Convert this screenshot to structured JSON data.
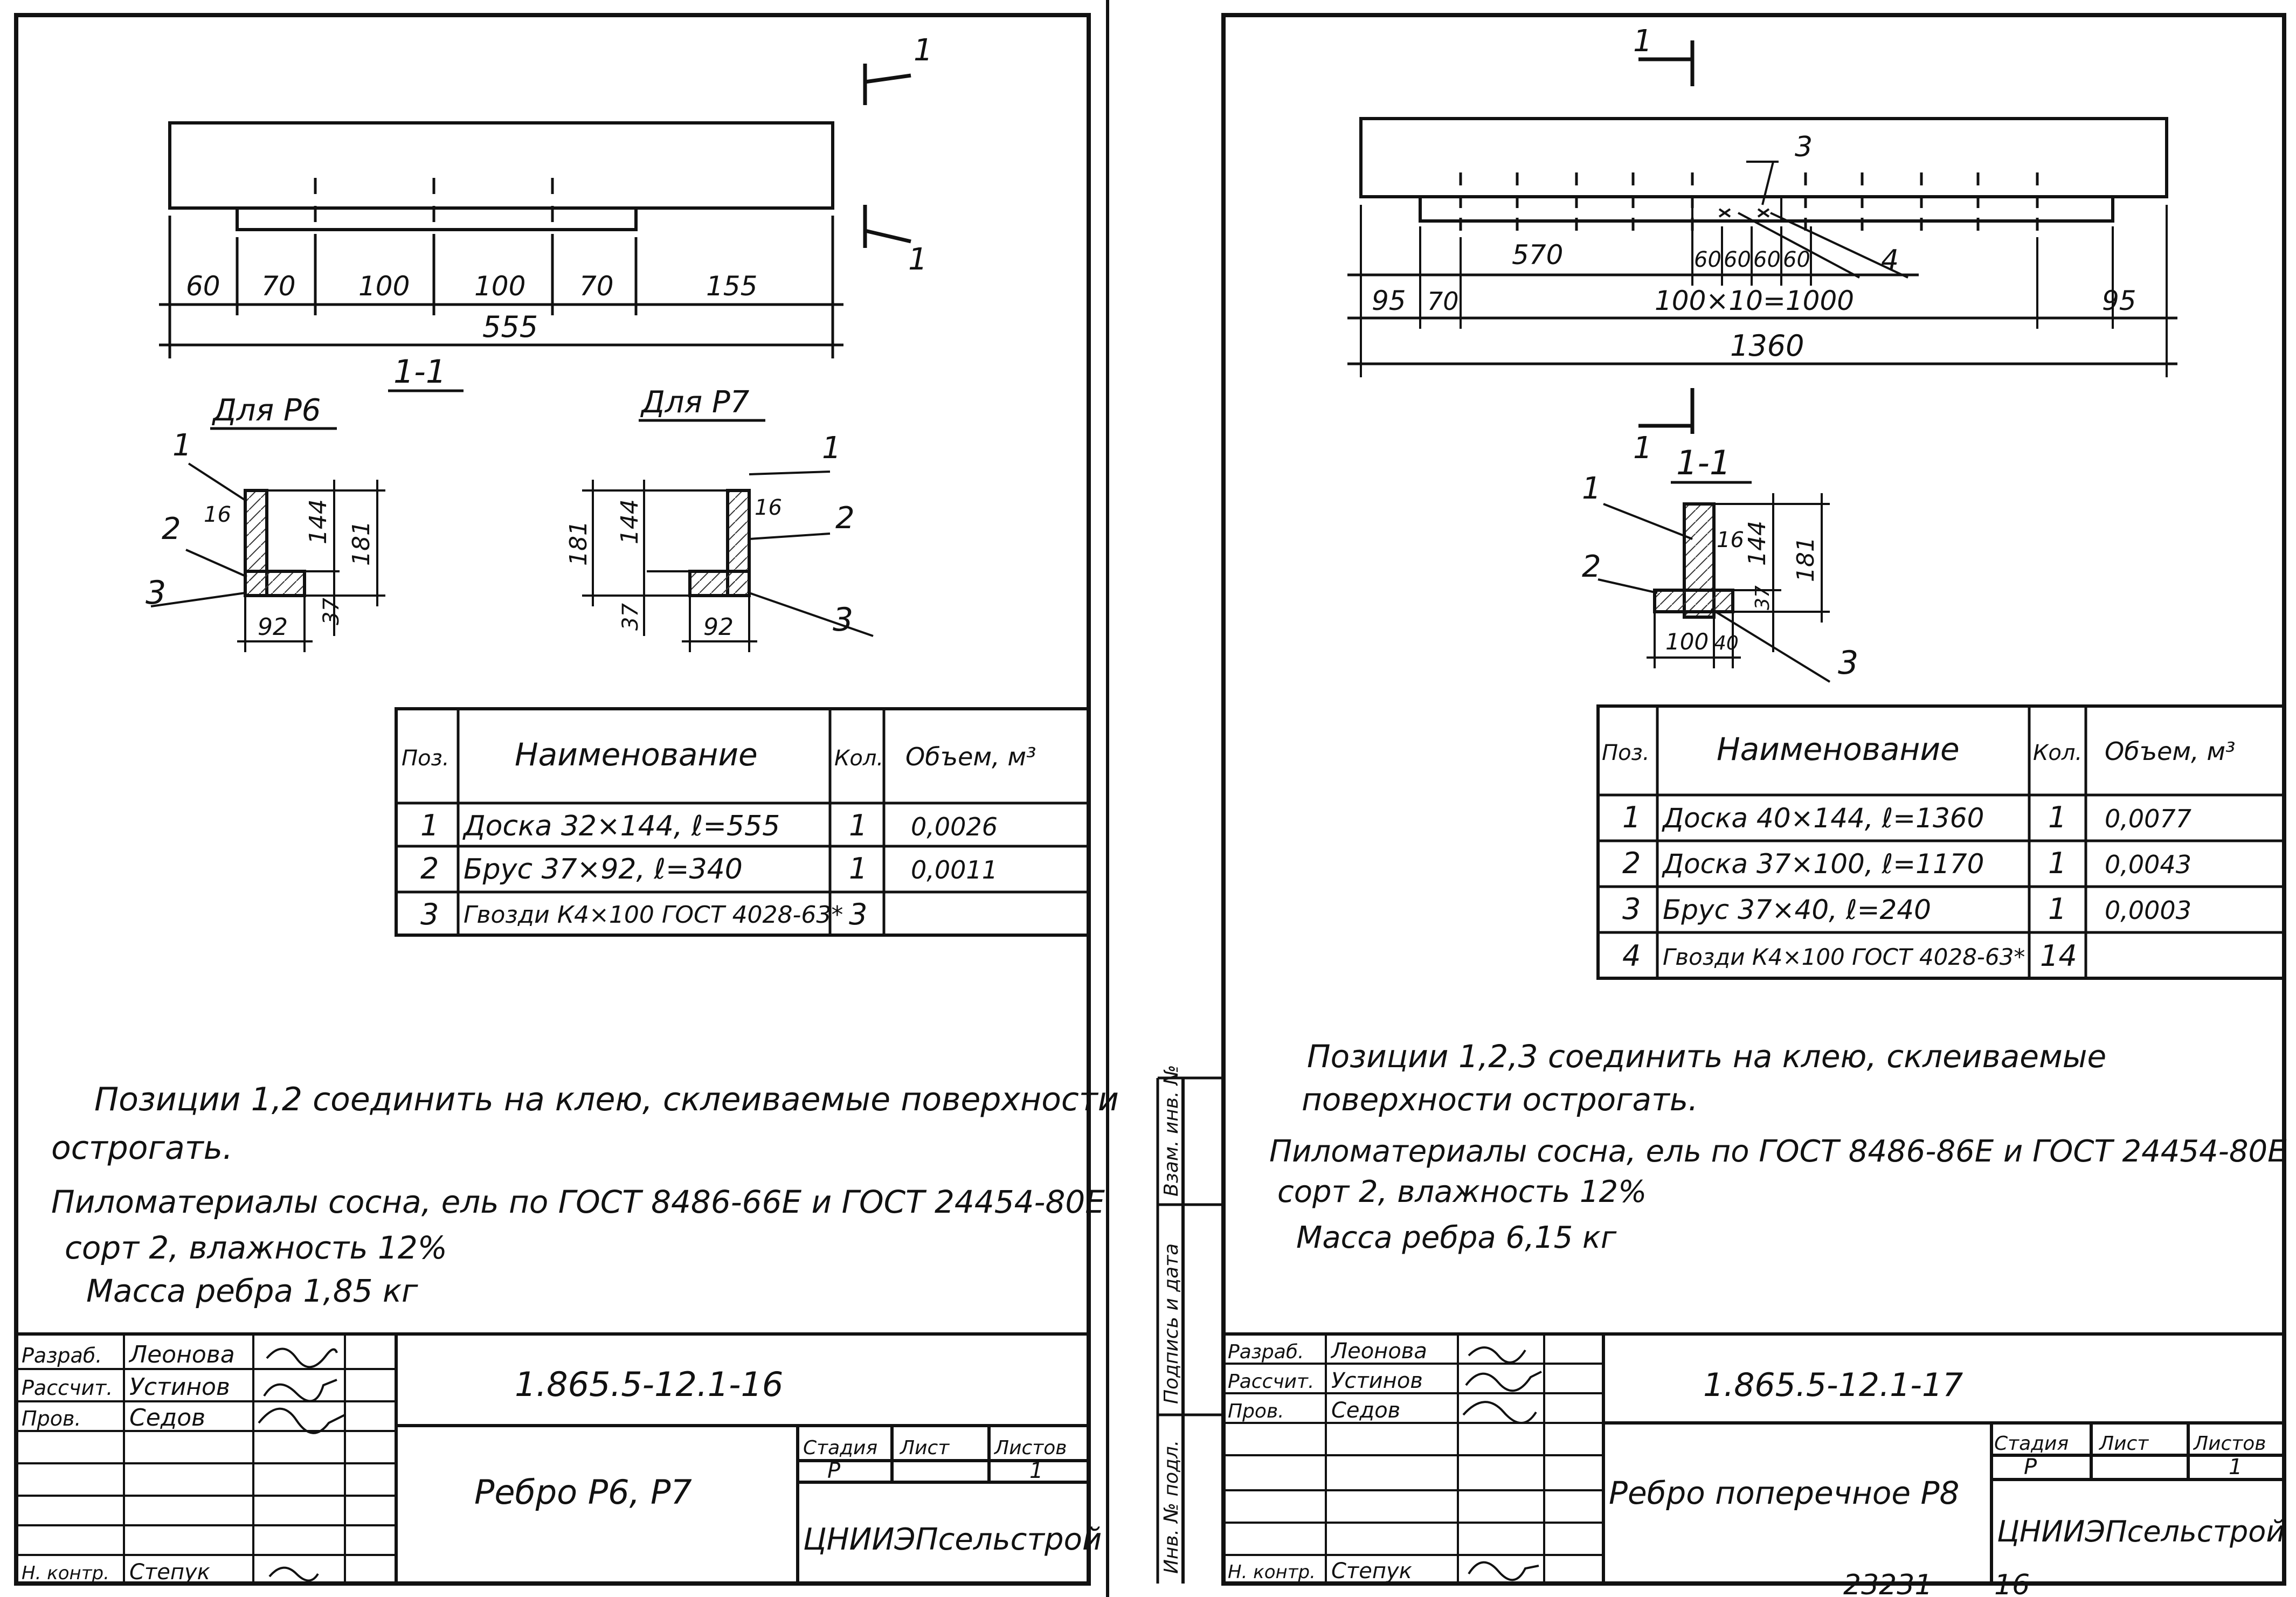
{
  "colors": {
    "ink": "#111111",
    "paper": "#ffffff"
  },
  "left": {
    "section_marks": [
      "1",
      "1"
    ],
    "dims_top": [
      "60",
      "70",
      "100",
      "100",
      "70",
      "155"
    ],
    "dim_total": "555",
    "section_title": "1-1",
    "variant_p6": "Для Р6",
    "variant_p7": "Для Р7",
    "p6": {
      "l1": "1",
      "l2": "2",
      "l3": "3",
      "d16": "16",
      "d144": "144",
      "d181": "181",
      "d92": "92",
      "d37": "37"
    },
    "p7": {
      "l1": "1",
      "l2": "2",
      "l3": "3",
      "d16": "16",
      "d144": "144",
      "d181": "181",
      "d92": "92",
      "d37": "37"
    },
    "table": {
      "headers": [
        "Поз.",
        "Наименование",
        "Кол.",
        "Объем, м³"
      ],
      "rows": [
        [
          "1",
          "Доска 32×144, ℓ=555",
          "1",
          "0,0026"
        ],
        [
          "2",
          "Брус 37×92, ℓ=340",
          "1",
          "0,0011"
        ],
        [
          "3",
          "Гвозди К4×100 ГОСТ 4028-63*",
          "3",
          ""
        ]
      ]
    },
    "notes": [
      "Позиции 1,2 соединить на клею, склеиваемые поверхности",
      "острогать.",
      "Пиломатериалы сосна, ель по ГОСТ 8486-66Е и ГОСТ 24454-80Е",
      "сорт 2, влажность 12%",
      "Масса ребра 1,85 кг"
    ],
    "title_block": {
      "roles": [
        "Разраб.",
        "Рассчит.",
        "Пров.",
        "Н. контр."
      ],
      "names": [
        "Леонова",
        "Устинов",
        "Седов",
        "Степук"
      ],
      "doc_code": "1.865.5-12.1-16",
      "part_name": "Ребро Р6, Р7",
      "stage_label": "Стадия",
      "sheet_label": "Лист",
      "sheets_label": "Листов",
      "stage": "Р",
      "sheets": "1",
      "org": "ЦНИИЭПсельстрой"
    }
  },
  "right": {
    "section_marks": [
      "1",
      "1"
    ],
    "pos3": "3",
    "pos4": "4",
    "dims_row1": [
      "570",
      "60",
      "60",
      "60",
      "60"
    ],
    "dims_row2": [
      "95",
      "70",
      "100×10=1000",
      "95"
    ],
    "dim_total": "1360",
    "section_title": "1-1",
    "sec": {
      "l1": "1",
      "l2": "2",
      "l3": "3",
      "d16": "16",
      "d144": "144",
      "d181": "181",
      "d37": "37",
      "d100": "100",
      "d40": "40"
    },
    "table": {
      "headers": [
        "Поз.",
        "Наименование",
        "Кол.",
        "Объем, м³"
      ],
      "rows": [
        [
          "1",
          "Доска 40×144, ℓ=1360",
          "1",
          "0,0077"
        ],
        [
          "2",
          "Доска 37×100, ℓ=1170",
          "1",
          "0,0043"
        ],
        [
          "3",
          "Брус 37×40, ℓ=240",
          "1",
          "0,0003"
        ],
        [
          "4",
          "Гвозди К4×100 ГОСТ 4028-63*",
          "14",
          ""
        ]
      ]
    },
    "notes": [
      "Позиции 1,2,3 соединить на клею, склеиваемые",
      "поверхности острогать.",
      "Пиломатериалы сосна, ель по ГОСТ 8486-86Е и ГОСТ 24454-80Е",
      "сорт 2, влажность 12%",
      "Масса ребра 6,15 кг"
    ],
    "side_stamp": [
      "Инв. № подл.",
      "Подпись и дата",
      "Взам. инв. №"
    ],
    "title_block": {
      "roles": [
        "Разраб.",
        "Рассчит.",
        "Пров.",
        "Н. контр."
      ],
      "names": [
        "Леонова",
        "Устинов",
        "Седов",
        "Степук"
      ],
      "doc_code": "1.865.5-12.1-17",
      "part_name": "Ребро поперечное Р8",
      "stage_label": "Стадия",
      "sheet_label": "Лист",
      "sheets_label": "Листов",
      "stage": "Р",
      "sheets": "1",
      "org": "ЦНИИЭПсельстрой"
    },
    "archive_no": "23231",
    "page_no": "16"
  }
}
